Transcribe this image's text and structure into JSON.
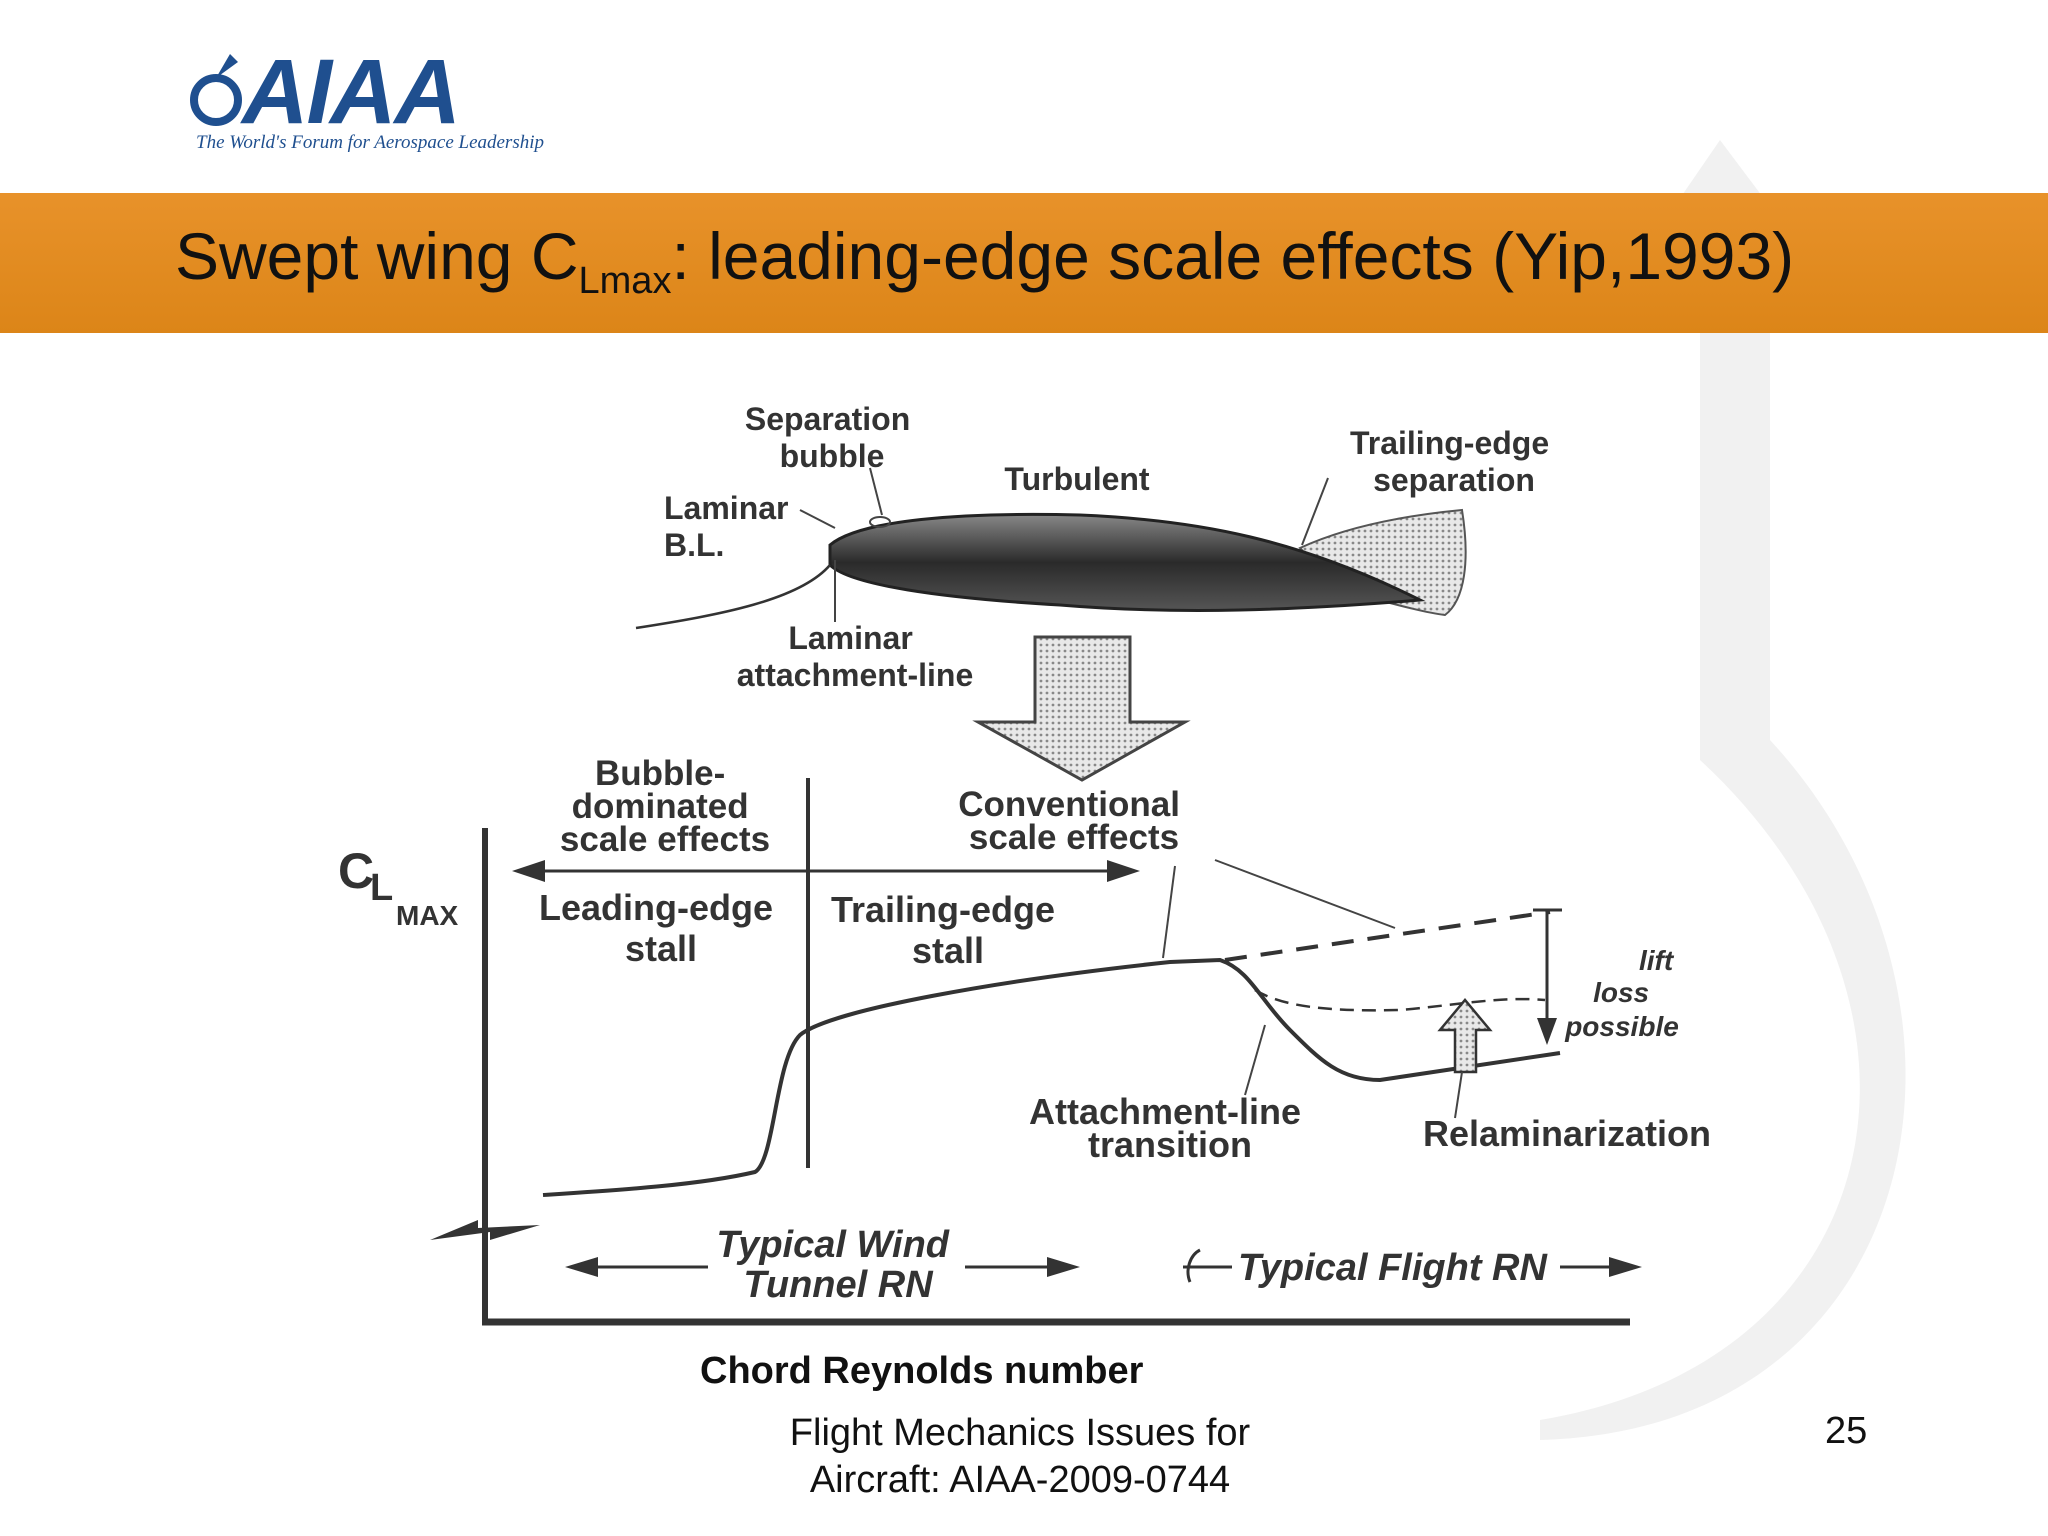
{
  "logo": {
    "name": "AIAA",
    "tagline": "The World's Forum for Aerospace Leadership"
  },
  "slide": {
    "title_main": "Swept wing C",
    "title_sub": "Lmax",
    "title_rest": ": leading-edge scale effects (Yip,1993)",
    "page_number": "25",
    "footer_line1": "Flight Mechanics Issues for",
    "footer_line2": "Aircraft: AIAA-2009-0744"
  },
  "diagram": {
    "airfoil_labels": {
      "separation_bubble_1": "Separation",
      "separation_bubble_2": "bubble",
      "turbulent": "Turbulent",
      "trailing_edge_1": "Trailing-edge",
      "trailing_edge_2": "separation",
      "laminar_bl_1": "Laminar",
      "laminar_bl_2": "B.L.",
      "laminar_attach_1": "Laminar",
      "laminar_attach_2": "attachment-line"
    },
    "regime_labels": {
      "bubble_1": "Bubble-",
      "bubble_2": "dominated",
      "bubble_3": "scale effects",
      "conventional_1": "Conventional",
      "conventional_2": "scale effects",
      "le_stall_1": "Leading-edge",
      "le_stall_2": "stall",
      "te_stall_1": "Trailing-edge",
      "te_stall_2": "stall"
    },
    "y_axis_main": "C",
    "y_axis_sub1": "L",
    "y_axis_sub2": "MAX",
    "lift_loss_1": "lift",
    "lift_loss_2": "loss",
    "lift_loss_3": "possible",
    "attachment_transition_1": "Attachment-line",
    "attachment_transition_2": "transition",
    "relaminarization": "Relaminarization",
    "wind_tunnel_1": "Typical Wind",
    "wind_tunnel_2": "Tunnel RN",
    "flight_rn": "Typical Flight RN",
    "x_axis_label": "Chord Reynolds number"
  },
  "colors": {
    "title_band": "#e08a1e",
    "logo_blue": "#1f4f8f",
    "ink": "#333333"
  }
}
